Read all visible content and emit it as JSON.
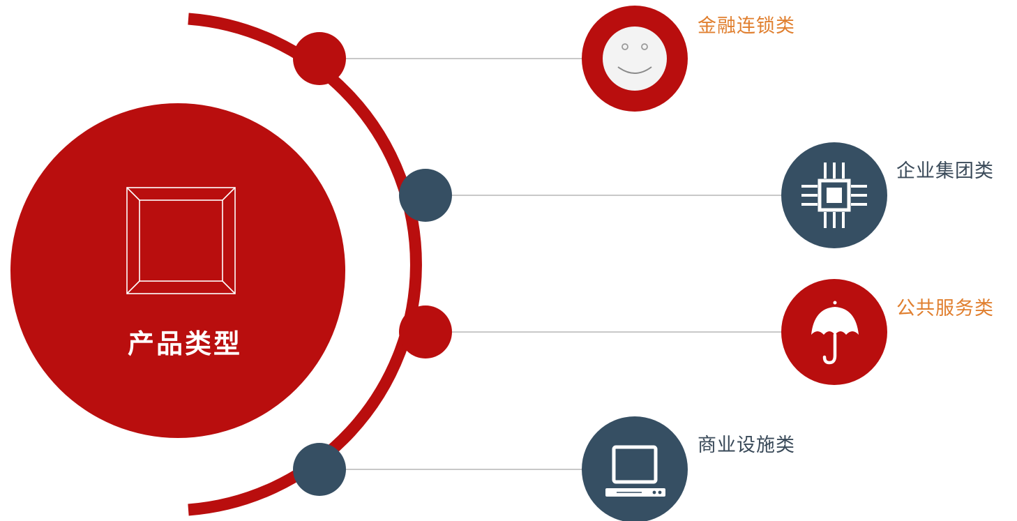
{
  "center": {
    "title": "产品类型"
  },
  "categories": [
    {
      "label": "金融连锁类",
      "icon": "smiley-icon",
      "label_color": "#e07f2f",
      "node_color": "#b90e0e"
    },
    {
      "label": "企业集团类",
      "icon": "chip-icon",
      "label_color": "#3a4a59",
      "node_color": "#364f63"
    },
    {
      "label": "公共服务类",
      "icon": "umbrella-icon",
      "label_color": "#e07f2f",
      "node_color": "#b90e0e"
    },
    {
      "label": "商业设施类",
      "icon": "computer-icon",
      "label_color": "#3a4a59",
      "node_color": "#364f63"
    }
  ],
  "colors": {
    "red": "#b90e0e",
    "slate": "#364f63",
    "line": "#c8c8c8"
  }
}
